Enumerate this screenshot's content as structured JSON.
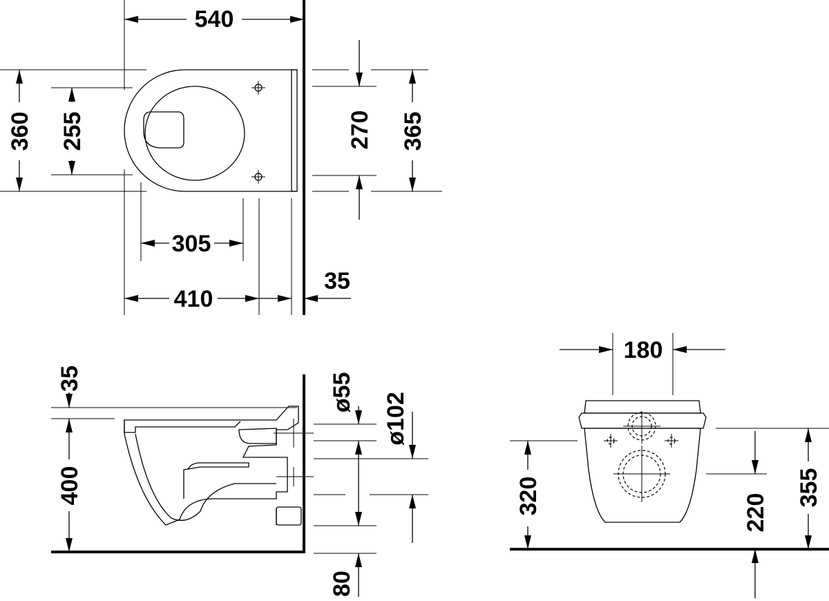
{
  "top_view": {
    "dim_overall_length": "540",
    "dim_overall_width": "360",
    "dim_seat_holes": "255",
    "dim_fixing_distance": "270",
    "dim_frame_width": "365",
    "dim_bowl_length": "305",
    "dim_fixing_length": "410",
    "dim_wall_gap": "35"
  },
  "side_view": {
    "dim_rim_to_top": "35",
    "dim_height": "400",
    "dim_inlet_dia": "ø55",
    "dim_outlet_dia": "ø102",
    "dim_outlet_height": "80"
  },
  "front_view": {
    "dim_outlet_spacing": "180",
    "dim_inlet_height": "320",
    "dim_outlet_center": "220",
    "dim_rim_height": "355"
  }
}
